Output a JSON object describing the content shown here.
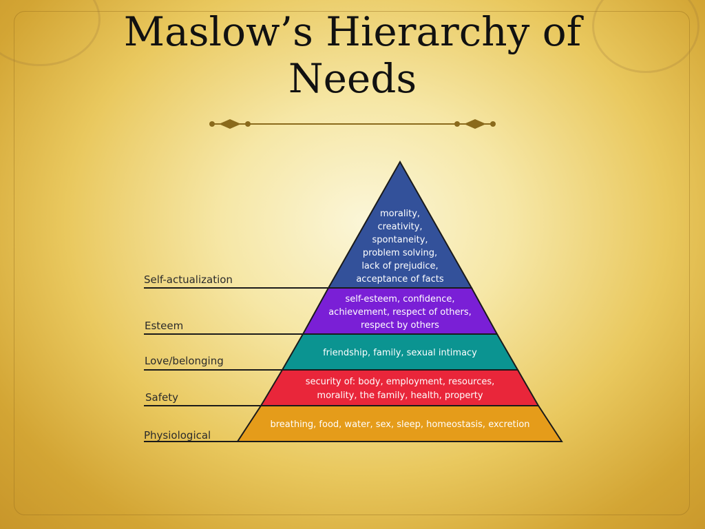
{
  "title": {
    "line1": "Maslow’s Hierarchy of",
    "line2": "Needs"
  },
  "colors": {
    "self_actualization": "#33519a",
    "esteem": "#7a1fd6",
    "love_belonging": "#0b9491",
    "safety": "#e9263a",
    "physiological": "#e59c1a",
    "outline": "#1a1a1a",
    "ornament": "#8a6a1c"
  },
  "levels": [
    {
      "name": "Self-actualization",
      "lines": [
        "morality,",
        "creativity,",
        "spontaneity,",
        "problem solving,",
        "lack of prejudice,",
        "acceptance of facts"
      ]
    },
    {
      "name": "Esteem",
      "lines": [
        "self-esteem, confidence,",
        "achievement, respect of others,",
        "respect by others"
      ]
    },
    {
      "name": "Love/belonging",
      "lines": [
        "friendship, family, sexual intimacy"
      ]
    },
    {
      "name": "Safety",
      "lines": [
        "security of: body, employment, resources,",
        "morality, the family, health, property"
      ]
    },
    {
      "name": "Physiological",
      "lines": [
        "breathing, food, water, sex, sleep, homeostasis, excretion"
      ]
    }
  ]
}
